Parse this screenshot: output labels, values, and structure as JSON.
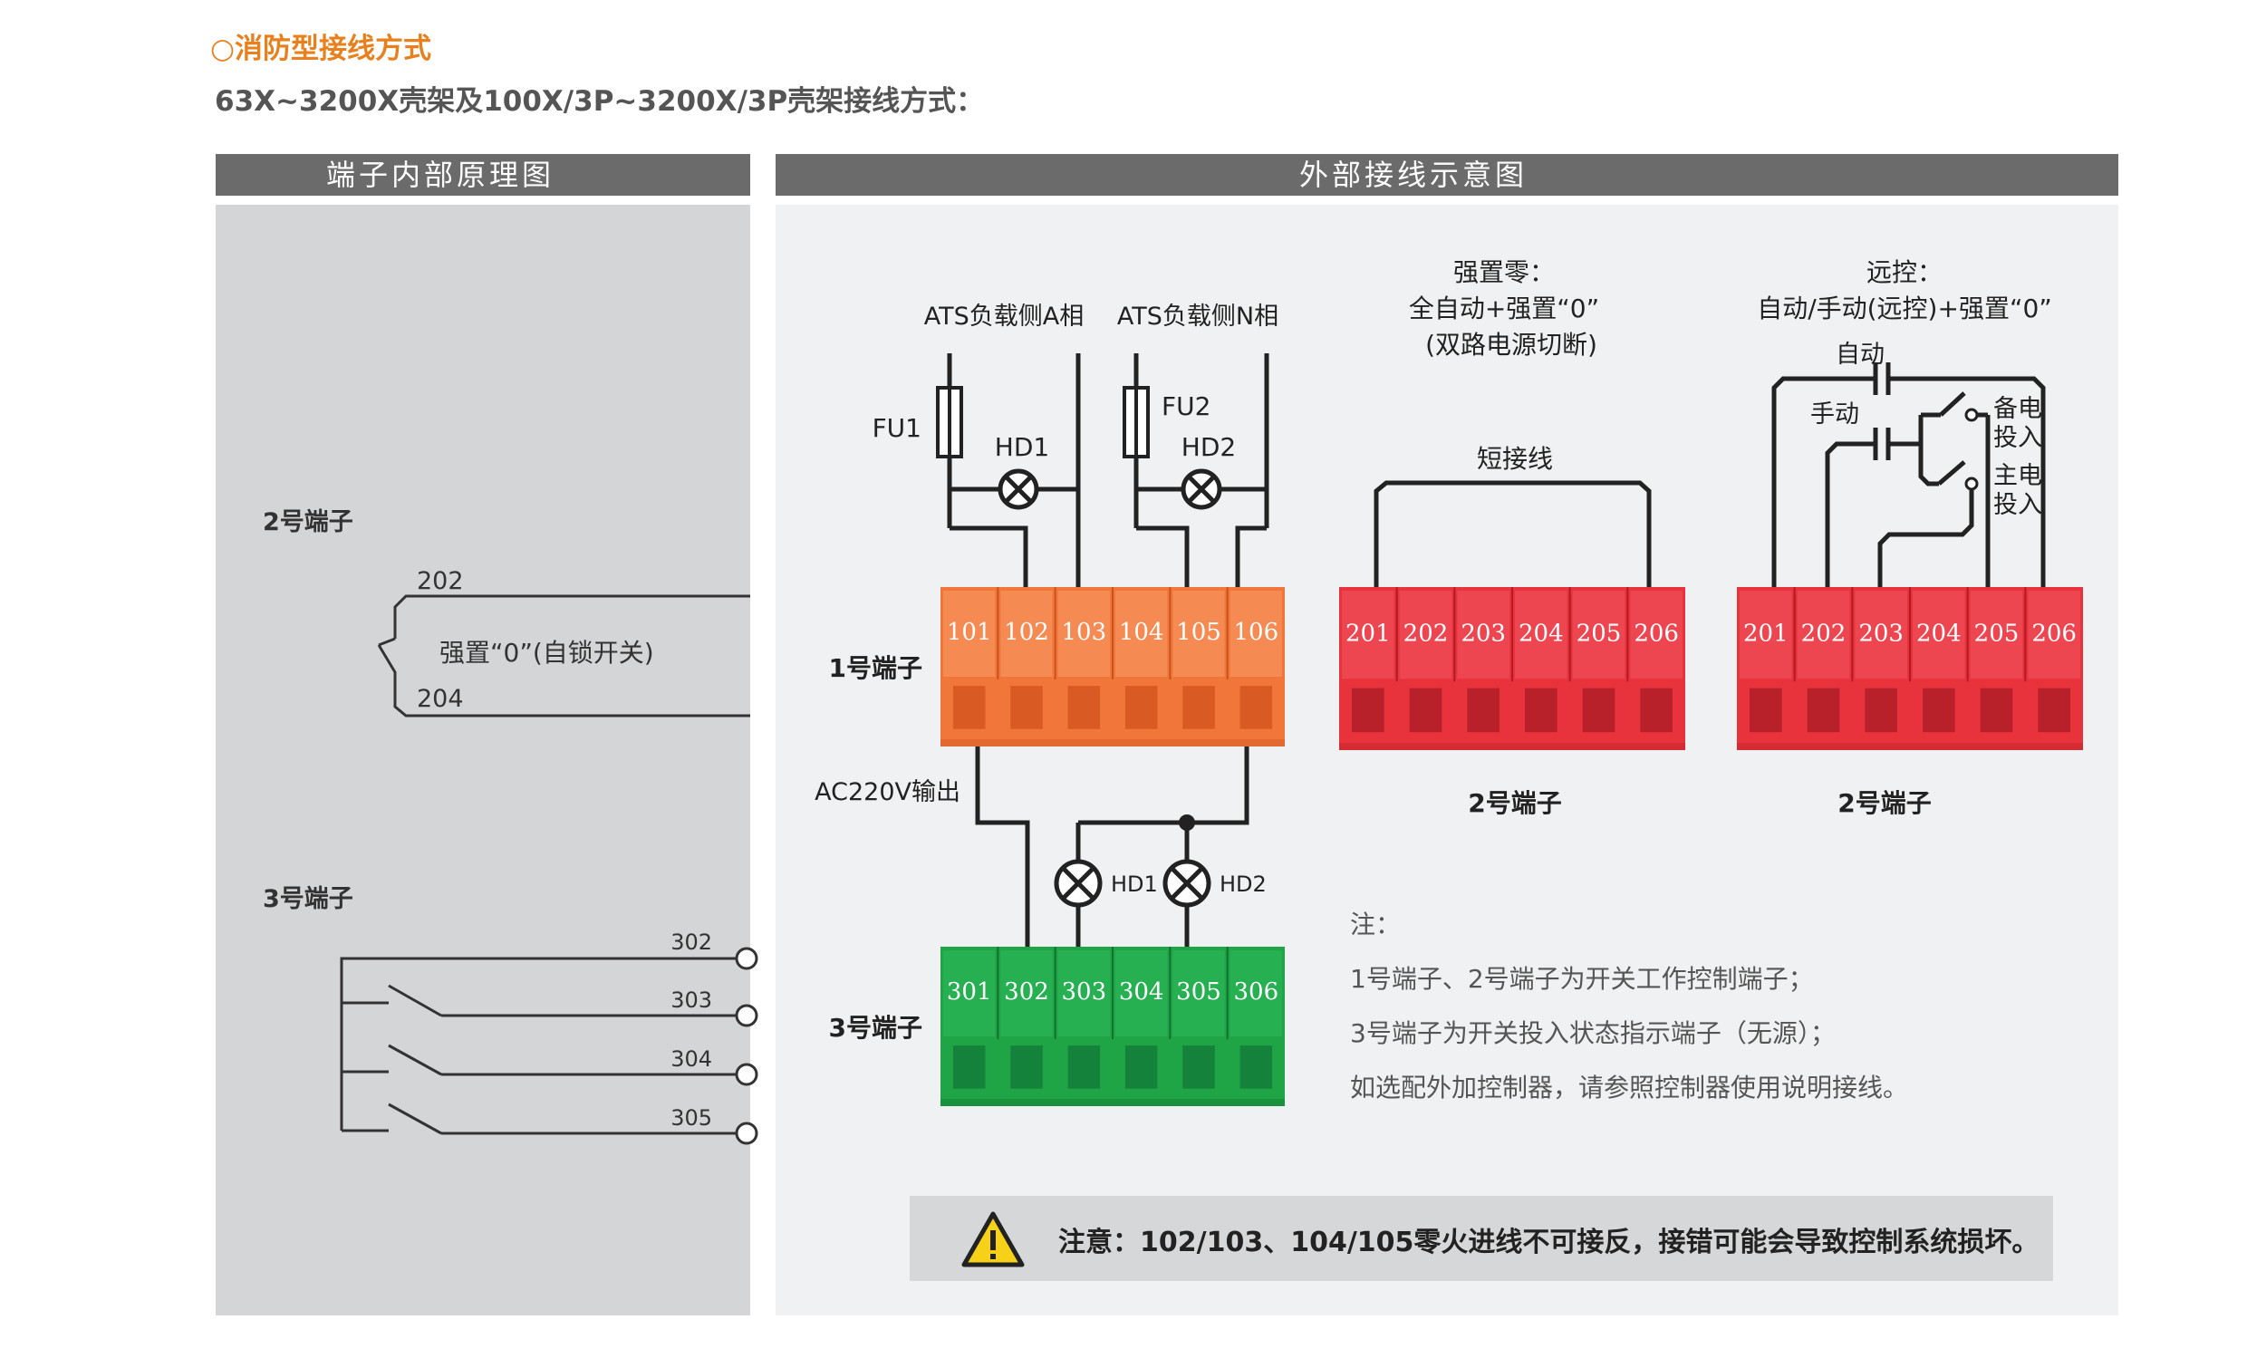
{
  "page": {
    "section_title": "○消防型接线方式",
    "subtitle": "63X~3200X壳架及100X/3P~3200X/3P壳架接线方式：",
    "colors": {
      "accent": "#e8801e",
      "header_bar": "#6b6b6b",
      "left_panel": "#d4d5d6",
      "right_panel": "#f0f1f2",
      "terminal_orange": "#f0763a",
      "terminal_red": "#e8333c",
      "terminal_green": "#1fa446",
      "warning_bar": "#d6d7d8",
      "warning_yellow": "#f7d117"
    }
  },
  "left_panel": {
    "header": "端子内部原理图",
    "terminal2_title": "2号端子",
    "t202": "202",
    "t204": "204",
    "lock_switch": "强置“0”(自锁开关)",
    "terminal3_title": "3号端子",
    "t302": "302",
    "t303": "303",
    "t304": "304",
    "t305": "305"
  },
  "right_panel": {
    "header": "外部接线示意图",
    "ats_a": "ATS负载侧A相",
    "ats_n": "ATS负载侧N相",
    "fu1": "FU1",
    "fu2": "FU2",
    "hd1": "HD1",
    "hd2": "HD2",
    "terminal1_label": "1号端子",
    "terminal1_pins": [
      "101",
      "102",
      "103",
      "104",
      "105",
      "106"
    ],
    "ac_output": "AC220V输出",
    "hd1_out": "HD1",
    "hd2_out": "HD2",
    "terminal3_label": "3号端子",
    "terminal3_pins": [
      "301",
      "302",
      "303",
      "304",
      "305",
      "306"
    ],
    "force_zero_title": "强置零：",
    "force_zero_line2": "全自动+强置“0”",
    "force_zero_line3": "(双路电源切断)",
    "short_wire": "短接线",
    "terminal2_pins_a": [
      "201",
      "202",
      "203",
      "204",
      "205",
      "206"
    ],
    "terminal2_label_a": "2号端子",
    "remote_title": "远控：",
    "remote_line2": "自动/手动(远控)+强置“0”",
    "auto": "自动",
    "manual": "手动",
    "backup_1": "备电",
    "backup_2": "投入",
    "main_1": "主电",
    "main_2": "投入",
    "terminal2_pins_b": [
      "201",
      "202",
      "203",
      "204",
      "205",
      "206"
    ],
    "terminal2_label_b": "2号端子",
    "note_title": "注：",
    "note_1": "1号端子、2号端子为开关工作控制端子；",
    "note_2": "3号端子为开关投入状态指示端子（无源）；",
    "note_3": "如选配外加控制器，请参照控制器使用说明接线。",
    "warning_icon": "warning-triangle-icon",
    "warning_text": "注意：102/103、104/105零火进线不可接反，接错可能会导致控制系统损坏。"
  }
}
